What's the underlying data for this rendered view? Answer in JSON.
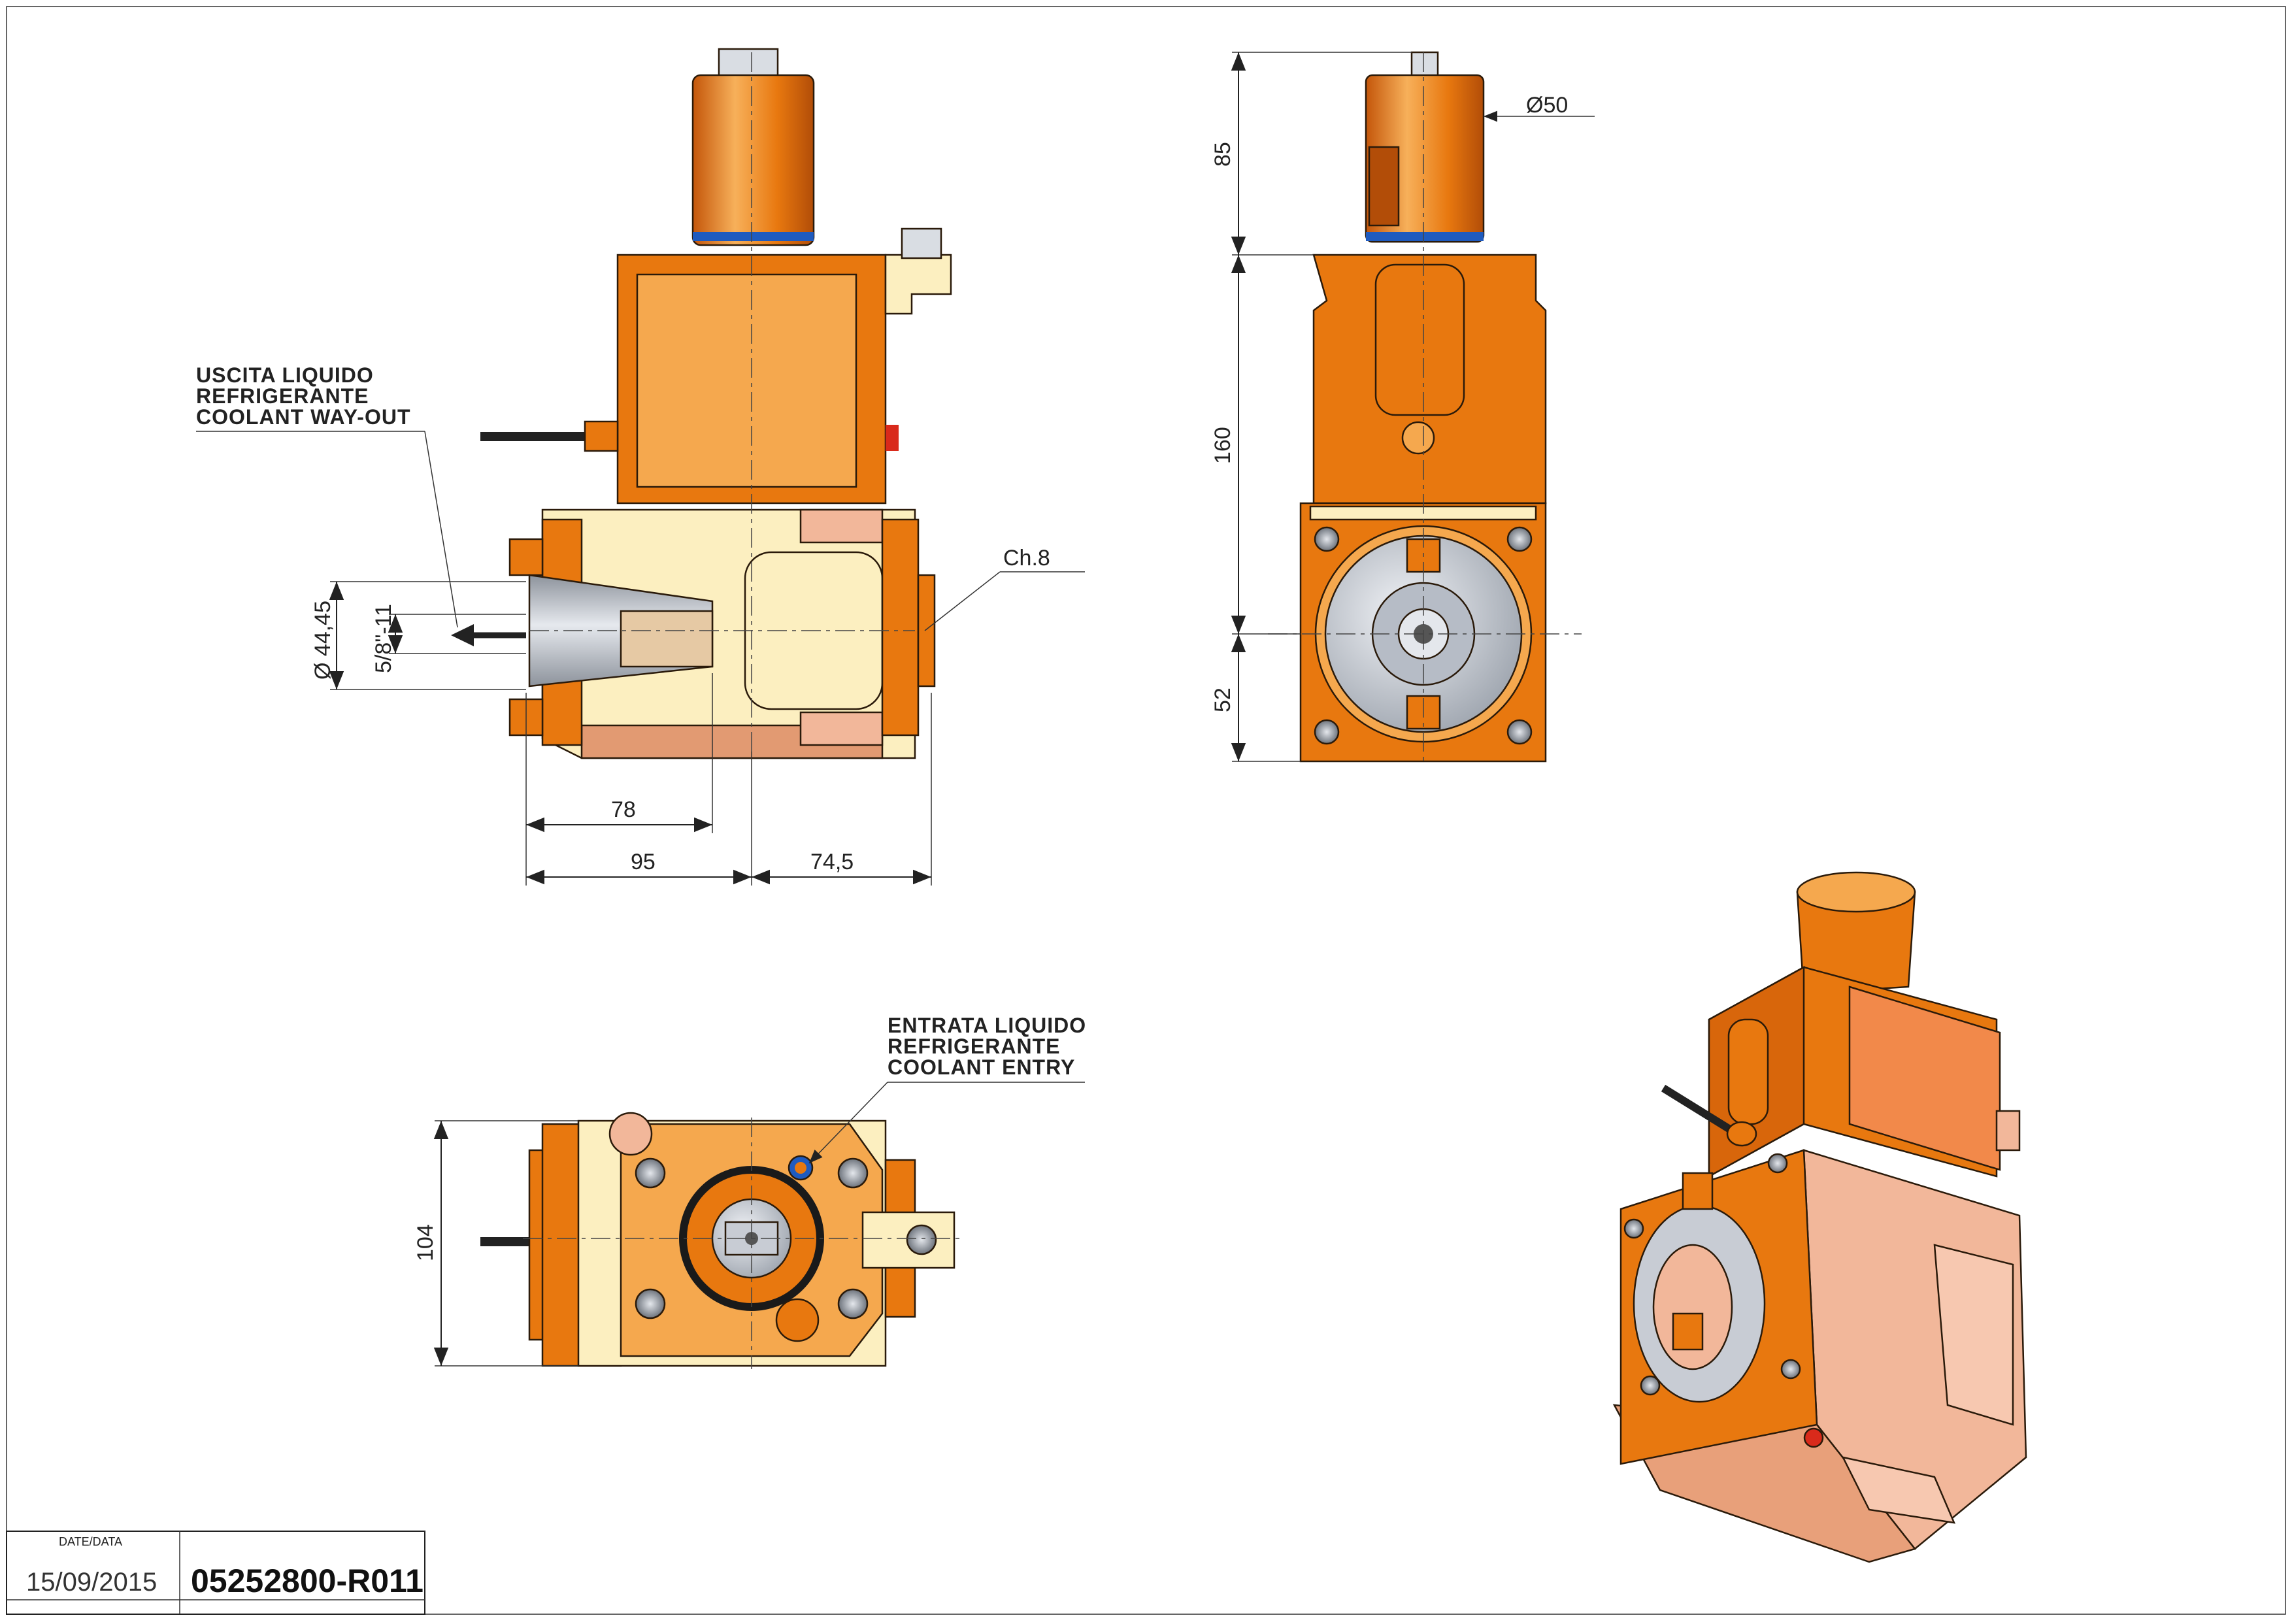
{
  "drawing": {
    "type": "technical drawing",
    "subject": "angled tool holder with coolant"
  },
  "front_view": {
    "coolant_out_label": [
      "USCITA LIQUIDO",
      "REFRIGERANTE",
      "COOLANT WAY-OUT"
    ],
    "dim_diameter": "44,45",
    "dim_thread": "5/8\"-11",
    "dim_78": "78",
    "dim_95": "95",
    "dim_74_5": "74,5",
    "chamfer": "Ch.8"
  },
  "side_view": {
    "dim_phi50": "50",
    "dim_85": "85",
    "dim_160": "160",
    "dim_52": "52"
  },
  "top_view": {
    "coolant_in_label": [
      "ENTRATA LIQUIDO",
      "REFRIGERANTE",
      "COOLANT ENTRY"
    ],
    "dim_104": "104"
  },
  "title_block": {
    "date_label": "DATE/DATA",
    "date": "15/09/2015",
    "code": "05252800-R011"
  },
  "colors": {
    "orange": "#e8780f",
    "orange_light": "#f5a84e",
    "cream": "#fcefc0",
    "salmon": "#f2b79a",
    "steel": "#c8ccd4"
  }
}
